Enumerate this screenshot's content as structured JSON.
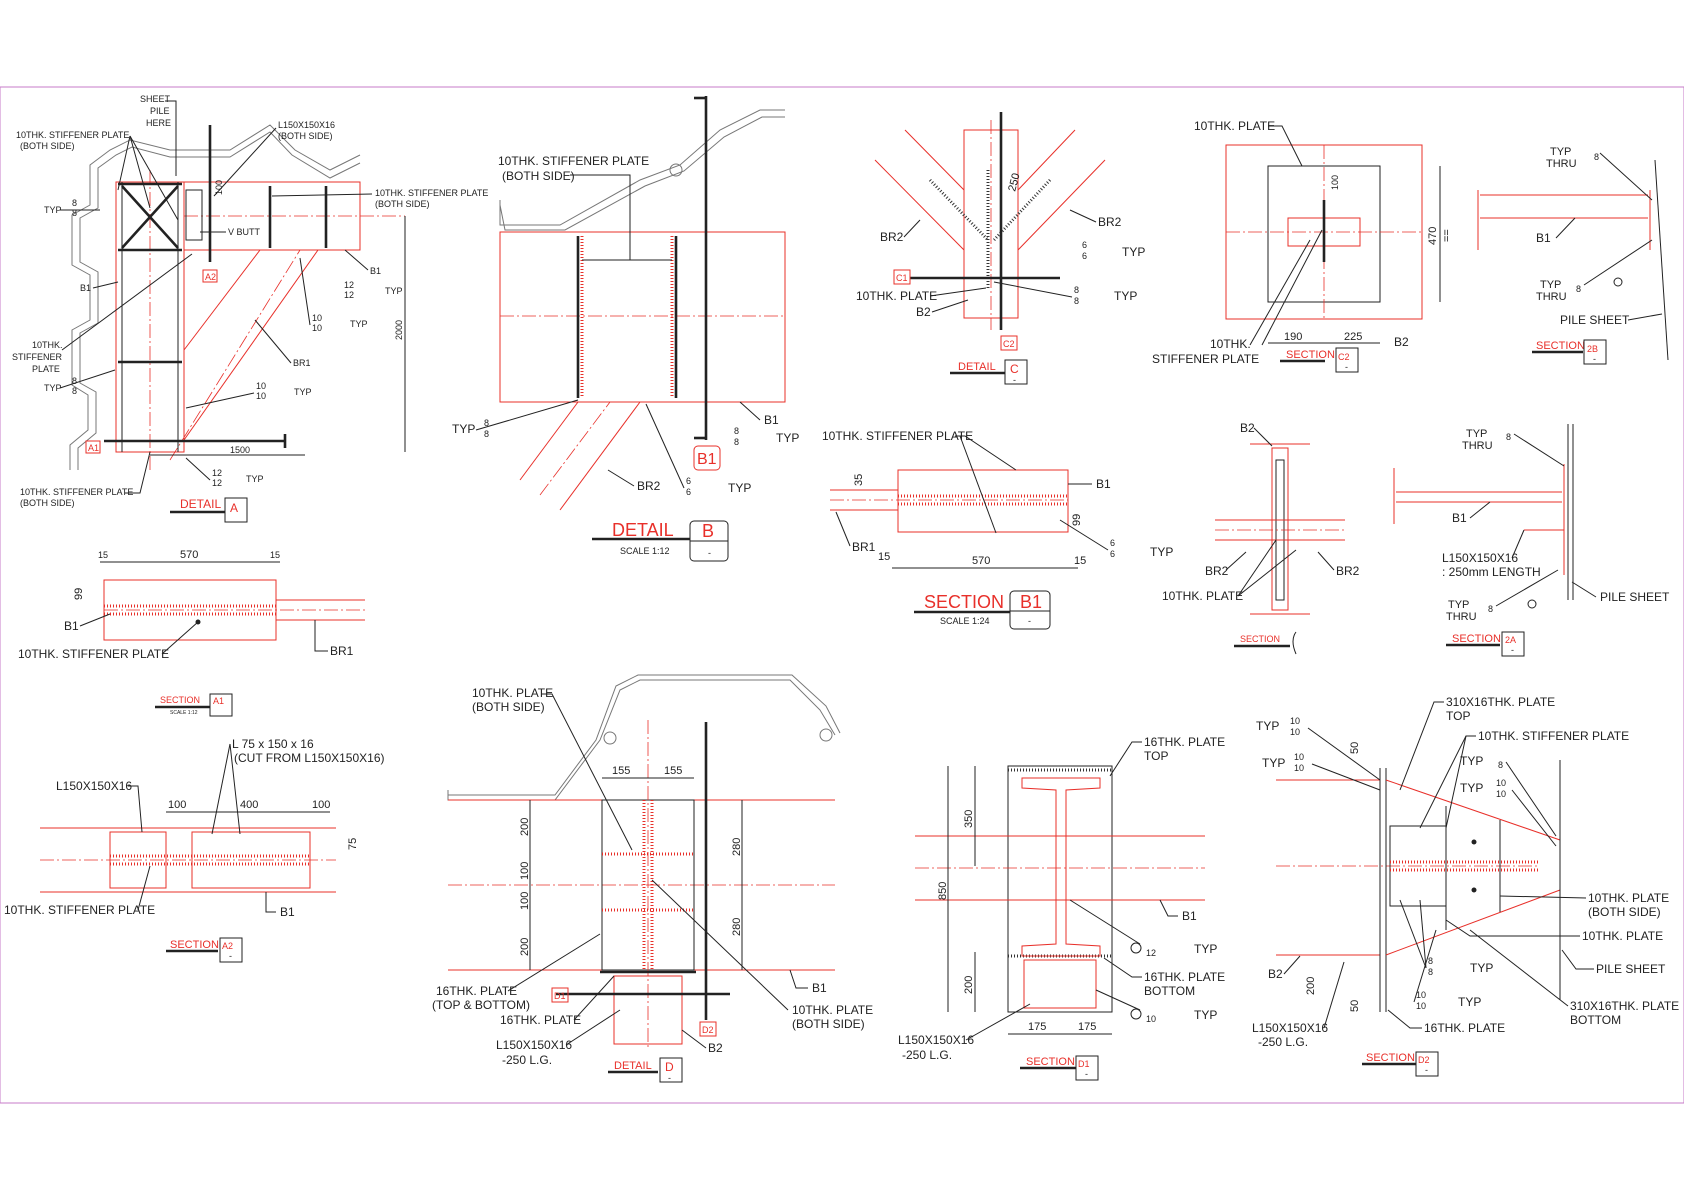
{
  "colors": {
    "steel": "#e8302a",
    "ink": "#222222",
    "frame": "#c77bc9",
    "grey": "#777777"
  },
  "title_word": {
    "detail": "DETAIL",
    "section": "SECTION"
  },
  "typ": "TYP",
  "typ_thru": [
    "TYP",
    "THRU"
  ],
  "weld": {
    "w8": "8",
    "w10": "10",
    "w12": "12",
    "w6": "6"
  },
  "detail_a": {
    "tag": "A",
    "sheet_pile_here": [
      "SHEET",
      "PILE",
      "HERE"
    ],
    "angle_both": [
      "L150X150X16",
      "(BOTH SIDE)"
    ],
    "stiff_both_1": [
      "10THK. STIFFENER PLATE",
      "(BOTH SIDE)"
    ],
    "stiff_both_2": [
      "10THK. STIFFENER PLATE",
      "(BOTH SIDE)"
    ],
    "stiff_both_3": [
      "10THK. STIFFENER PLATE",
      "(BOTH SIDE)"
    ],
    "stiff_plate": [
      "10THK.",
      "STIFFENER",
      "PLATE"
    ],
    "v_butt": "V BUTT",
    "b1": "B1",
    "br1": "BR1",
    "a1": "A1",
    "a2": "A2",
    "dim_2000": "2000",
    "dim_1500": "1500",
    "dim_100": "100"
  },
  "detail_b": {
    "tag": "B",
    "scale": "SCALE 1:12",
    "sheet": "-",
    "stiff_both": [
      "10THK. STIFFENER PLATE",
      "(BOTH SIDE)"
    ],
    "b1": "B1",
    "br2": "BR2",
    "cut": "B1"
  },
  "detail_c": {
    "tag": "C",
    "sheet": "-",
    "br2": "BR2",
    "b2": "B2",
    "plate": "10THK. PLATE",
    "c1": "C1",
    "c2": "C2",
    "dim_250": "250"
  },
  "section_c2": {
    "tag": "C2",
    "sheet": "-",
    "plate": "10THK. PLATE",
    "stiff": [
      "10THK.",
      "STIFFENER PLATE"
    ],
    "b2": "B2",
    "dim_100": "100",
    "dim_470": "470",
    "dim_190": "190",
    "dim_225": "225",
    "eq": "=="
  },
  "section_2b": {
    "tag": "2B",
    "sheet": "-",
    "b1": "B1",
    "pile_sheet": "PILE SHEET"
  },
  "section_a1": {
    "tag": "A1",
    "scale": "SCALE 1:12",
    "d15a": "15",
    "d570": "570",
    "d15b": "15",
    "d99": "99",
    "b1": "B1",
    "br1": "BR1",
    "stiff": "10THK. STIFFENER PLATE"
  },
  "section_b1": {
    "tag": "B1",
    "scale": "SCALE 1:24",
    "sheet": "-",
    "stiff": "10THK. STIFFENER PLATE",
    "b1": "B1",
    "br1": "BR1",
    "d35": "35",
    "d99": "99",
    "d15a": "15",
    "d570": "570",
    "d15b": "15"
  },
  "section_mid": {
    "tag": "",
    "b2": "B2",
    "br2a": "BR2",
    "br2b": "BR2",
    "plate": "10THK. PLATE"
  },
  "section_2a": {
    "tag": "2A",
    "sheet": "-",
    "b1": "B1",
    "angle": [
      "L150X150X16",
      ": 250mm LENGTH"
    ],
    "pile_sheet": "PILE SHEET"
  },
  "section_a2": {
    "tag": "A2",
    "sheet": "-",
    "angle_cut": [
      "L 75 x 150 x 16",
      "(CUT FROM L150X150X16)"
    ],
    "angle": "L150X150X16",
    "d100a": "100",
    "d400": "400",
    "d100b": "100",
    "d75": "75",
    "stiff": "10THK. STIFFENER PLATE",
    "b1": "B1"
  },
  "detail_d": {
    "tag": "D",
    "sheet": "-",
    "plate_both": [
      "10THK. PLATE",
      "(BOTH SIDE)"
    ],
    "plate_both_2": [
      "10THK. PLATE",
      "(BOTH SIDE)"
    ],
    "top_bottom": [
      "16THK. PLATE",
      "(TOP & BOTTOM)"
    ],
    "plate16": "16THK. PLATE",
    "angle": [
      "L150X150X16",
      "-250 L.G."
    ],
    "b1": "B1",
    "b2": "B2",
    "d1": "D1",
    "d2": "D2",
    "d155a": "155",
    "d155b": "155",
    "d200a": "200",
    "d100a": "100",
    "d100b": "100",
    "d200b": "200",
    "d280a": "280",
    "d280b": "280"
  },
  "section_d1": {
    "tag": "D1",
    "sheet": "-",
    "top": [
      "16THK. PLATE",
      "TOP"
    ],
    "bottom": [
      "16THK. PLATE",
      "BOTTOM"
    ],
    "b1": "B1",
    "angle": [
      "L150X150X16",
      "-250 L.G."
    ],
    "d350": "350",
    "d850": "850",
    "d200": "200",
    "d175a": "175",
    "d175b": "175"
  },
  "section_d2": {
    "tag": "D2",
    "sheet": "-",
    "top": [
      "310X16THK. PLATE",
      "TOP"
    ],
    "stiff": "10THK. STIFFENER PLATE",
    "plate_both": [
      "10THK. PLATE",
      "(BOTH SIDE)"
    ],
    "plate": "10THK. PLATE",
    "pile_sheet": "PILE SHEET",
    "bottom": [
      "310X16THK. PLATE",
      "BOTTOM"
    ],
    "plate16": "16THK. PLATE",
    "angle": [
      "L150X150X16",
      "-250 L.G."
    ],
    "b2": "B2",
    "d50a": "50",
    "d200": "200",
    "d50b": "50"
  }
}
